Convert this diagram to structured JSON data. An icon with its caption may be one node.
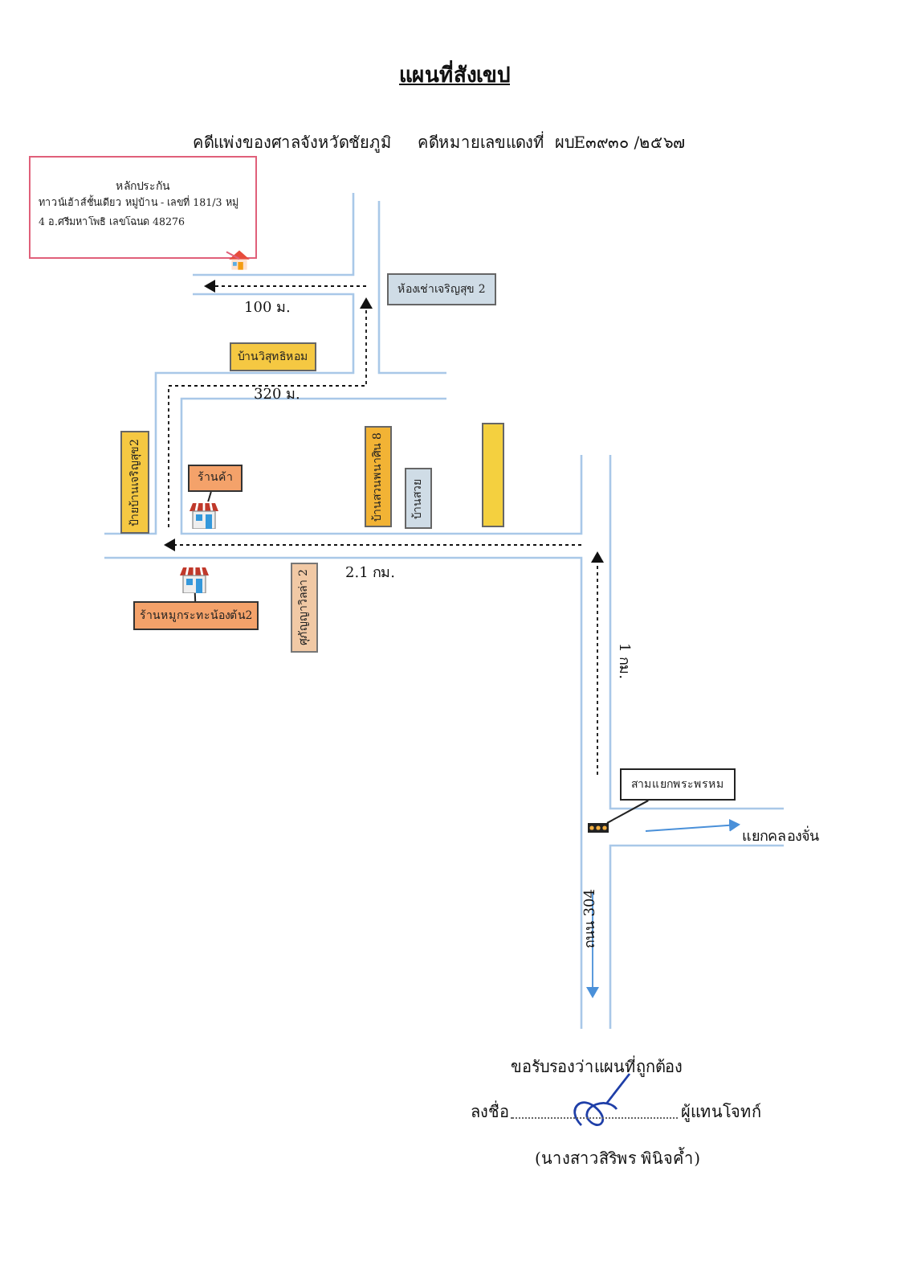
{
  "diagram": {
    "title": "แผนที่สังเขป",
    "nodes": [
      {
        "text": [
          "หลักประกัน",
          "ทาวน์เฮ้าส์ชั้นเดียว หมู่บ้าน - เลขที่ 181/3 หมู่ 4 อ.ศรีมหาโพธิ เลขโฉนด 48276"
        ]
      },
      {
        "text": [],
        "shape": "picture"
      },
      {
        "text": [
          "ห้องเช่าเจริญสุข 2"
        ]
      },
      {
        "text": [
          "บ้านวิสุทธิหอม"
        ]
      },
      {
        "text": [
          "ป้ายบ้านเจริญสุข2"
        ]
      },
      {
        "text": [
          "ร้านค้า"
        ]
      },
      {
        "text": [],
        "shape": "picture"
      },
      {
        "text": [
          "บ้านสวนพนาศิน 8"
        ]
      },
      {
        "text": [
          "บ้านสวย"
        ]
      },
      {
        "text": [],
        "shape": "box"
      },
      {
        "text": [],
        "shape": "picture"
      },
      {
        "text": [
          "ร้านหมูกระทะน้องต้น2"
        ]
      },
      {
        "text": [
          "ศุภัญญาวิลล่า 2"
        ]
      },
      {
        "text": [
          "สามแยกพระพรหม"
        ]
      },
      {
        "text": [],
        "shape": "picture"
      }
    ],
    "edges": [
      {
        "from": 0,
        "to": 1,
        "arrow": "none",
        "color": "#e0607a"
      },
      {
        "from": 5,
        "to": 6,
        "arrow": "none"
      },
      {
        "from": 11,
        "to": 10,
        "arrow": "none"
      },
      {
        "from": 13,
        "to": 14,
        "arrow": "none"
      }
    ],
    "labels": [
      "คดีแพ่งของศาลจังหวัดชัยภูมิ     คดีหมายเลขแดงที่  ผบE๓๙๓๐ /๒๕๖๗",
      "100 ม.",
      "320 ม.",
      "2.1 กม.",
      "1 กม.",
      "แยกคลองจั่น",
      "ถนน 304",
      "ขอรับรองว่าแผนที่ถูกต้อง",
      "ลงชื่อ",
      "ผู้แทนโจทก์",
      "(นางสาวสิริพร พินิจค้ำ)"
    ]
  }
}
